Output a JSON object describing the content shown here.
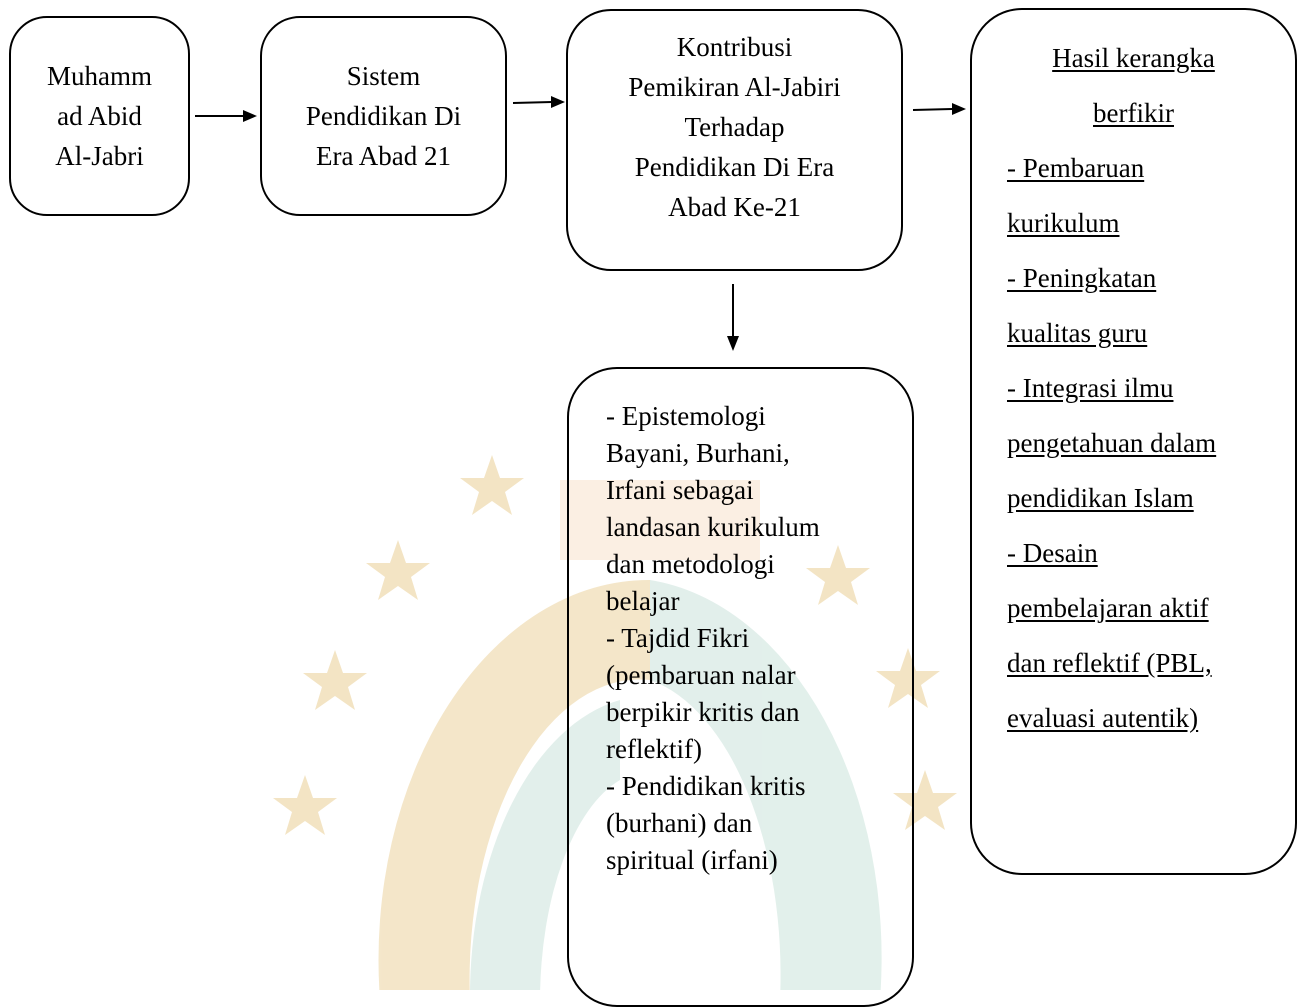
{
  "boxes": {
    "muhammad": {
      "lines": [
        "Muhamm",
        "ad Abid",
        "Al-Jabri"
      ]
    },
    "sistem": {
      "lines": [
        "Sistem",
        "Pendidikan Di",
        "Era Abad 21"
      ]
    },
    "kontribusi": {
      "lines": [
        "Kontribusi",
        "Pemikiran Al-Jabiri",
        "Terhadap",
        "Pendidikan Di Era",
        "Abad Ke-21"
      ]
    },
    "epistemologi": {
      "lines": [
        "- Epistemologi",
        "Bayani, Burhani,",
        "Irfani sebagai",
        "landasan kurikulum",
        "dan metodologi",
        "belajar",
        "- Tajdid Fikri",
        "(pembaruan nalar",
        "berpikir kritis dan",
        "reflektif)",
        "- Pendidikan kritis",
        "(burhani) dan",
        "spiritual (irfani)"
      ]
    },
    "hasil": {
      "title_lines": [
        "Hasil kerangka",
        "berfikir"
      ],
      "item_lines": [
        "- Pembaruan",
        "kurikulum",
        "- Peningkatan",
        "kualitas guru",
        "- Integrasi ilmu",
        "pengetahuan dalam",
        "pendidikan Islam",
        "- Desain",
        "pembelajaran aktif",
        "dan reflektif (PBL,",
        "evaluasi autentik)"
      ]
    }
  },
  "colors": {
    "watermark_gold": "#f3e4c4",
    "watermark_teal": "#dfeee9",
    "watermark_orange": "#f6dcc0",
    "line": "#000000"
  }
}
